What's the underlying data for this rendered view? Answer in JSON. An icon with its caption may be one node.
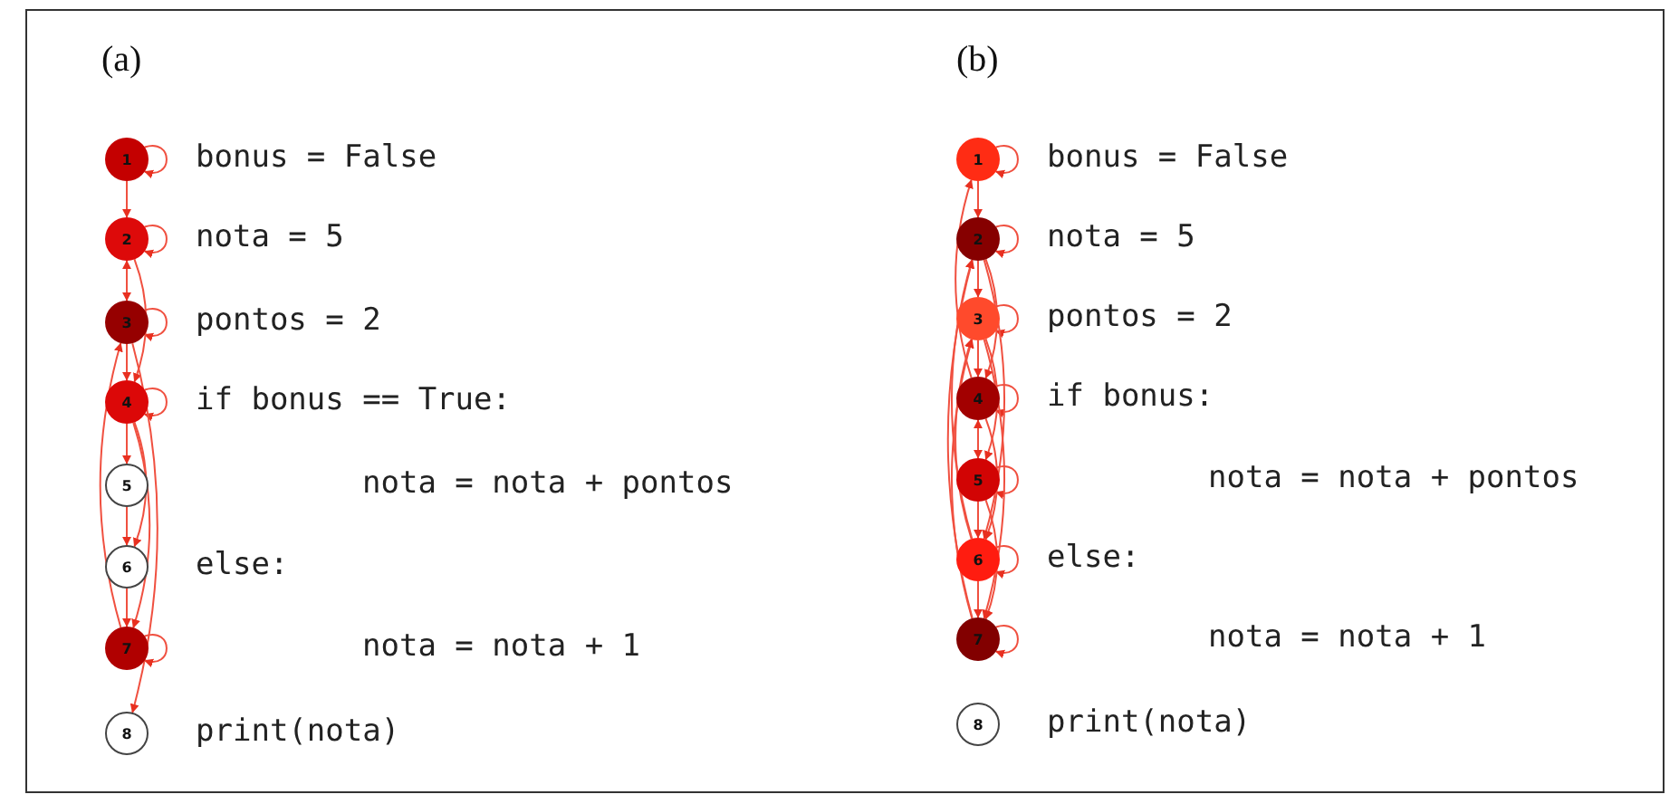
{
  "diagram": {
    "nodes": [
      {
        "text": [
          "1"
        ],
        "beside": [
          "bonus = False"
        ]
      },
      {
        "text": [
          "2"
        ],
        "beside": [
          "nota = 5"
        ]
      },
      {
        "text": [
          "3"
        ],
        "beside": [
          "pontos = 2"
        ]
      },
      {
        "text": [
          "4"
        ],
        "beside": [
          "if bonus == True:"
        ]
      },
      {
        "text": [
          "5"
        ]
      },
      {
        "text": [
          "6"
        ],
        "beside": [
          "else:"
        ]
      },
      {
        "text": [
          "7"
        ]
      },
      {
        "text": [
          "8"
        ],
        "beside": [
          "print(nota)"
        ]
      },
      {
        "text": [
          "1"
        ],
        "beside": [
          "bonus = False"
        ]
      },
      {
        "text": [
          "2"
        ],
        "beside": [
          "nota = 5"
        ]
      },
      {
        "text": [
          "3"
        ],
        "beside": [
          "pontos = 2"
        ]
      },
      {
        "text": [
          "4"
        ],
        "beside": [
          "if bonus:"
        ]
      },
      {
        "text": [
          "5"
        ]
      },
      {
        "text": [
          "6"
        ],
        "beside": [
          "else:"
        ]
      },
      {
        "text": [
          "7"
        ]
      },
      {
        "text": [
          "8"
        ],
        "beside": [
          "print(nota)"
        ]
      }
    ],
    "edges": [
      {
        "from": 0,
        "to": 0,
        "arrow": "to"
      },
      {
        "from": 1,
        "to": 1,
        "arrow": "to"
      },
      {
        "from": 2,
        "to": 2,
        "arrow": "to"
      },
      {
        "from": 3,
        "to": 3,
        "arrow": "to"
      },
      {
        "from": 6,
        "to": 6,
        "arrow": "to"
      },
      {
        "from": 0,
        "to": 1,
        "arrow": "to"
      },
      {
        "from": 1,
        "to": 2,
        "arrow": "both"
      },
      {
        "from": 2,
        "to": 3,
        "arrow": "to"
      },
      {
        "from": 1,
        "to": 3,
        "arrow": "to"
      },
      {
        "from": 3,
        "to": 4,
        "arrow": "to"
      },
      {
        "from": 3,
        "to": 5,
        "arrow": "to"
      },
      {
        "from": 4,
        "to": 5,
        "arrow": "to"
      },
      {
        "from": 5,
        "to": 6,
        "arrow": "to"
      },
      {
        "from": 3,
        "to": 6,
        "arrow": "to"
      },
      {
        "from": 6,
        "to": 2,
        "arrow": "to"
      },
      {
        "from": 2,
        "to": 7,
        "arrow": "to"
      },
      {
        "from": 8,
        "to": 8,
        "arrow": "to"
      },
      {
        "from": 9,
        "to": 9,
        "arrow": "to"
      },
      {
        "from": 10,
        "to": 10,
        "arrow": "to"
      },
      {
        "from": 11,
        "to": 11,
        "arrow": "to"
      },
      {
        "from": 12,
        "to": 12,
        "arrow": "to"
      },
      {
        "from": 13,
        "to": 13,
        "arrow": "to"
      },
      {
        "from": 14,
        "to": 14,
        "arrow": "to"
      },
      {
        "from": 8,
        "to": 9,
        "arrow": "to"
      },
      {
        "from": 9,
        "to": 10,
        "arrow": "to"
      },
      {
        "from": 10,
        "to": 11,
        "arrow": "to"
      },
      {
        "from": 11,
        "to": 12,
        "arrow": "both"
      },
      {
        "from": 12,
        "to": 13,
        "arrow": "to"
      },
      {
        "from": 13,
        "to": 14,
        "arrow": "to"
      },
      {
        "from": 11,
        "to": 8,
        "arrow": "to"
      },
      {
        "from": 9,
        "to": 11,
        "arrow": "to"
      },
      {
        "from": 10,
        "to": 12,
        "arrow": "to"
      },
      {
        "from": 11,
        "to": 13,
        "arrow": "to"
      },
      {
        "from": 12,
        "to": 14,
        "arrow": "to"
      },
      {
        "from": 9,
        "to": 13,
        "arrow": "to"
      },
      {
        "from": 10,
        "to": 14,
        "arrow": "to"
      },
      {
        "from": 13,
        "to": 9,
        "arrow": "to"
      },
      {
        "from": 14,
        "to": 9,
        "arrow": "to"
      },
      {
        "from": 14,
        "to": 10,
        "arrow": "to"
      },
      {
        "from": 13,
        "to": 10,
        "arrow": "to"
      }
    ],
    "labels": [
      "(a)",
      "(b)",
      "nota = nota + pontos",
      "nota = nota + pontos",
      "nota = nota + 1",
      "nota = nota + 1"
    ]
  }
}
